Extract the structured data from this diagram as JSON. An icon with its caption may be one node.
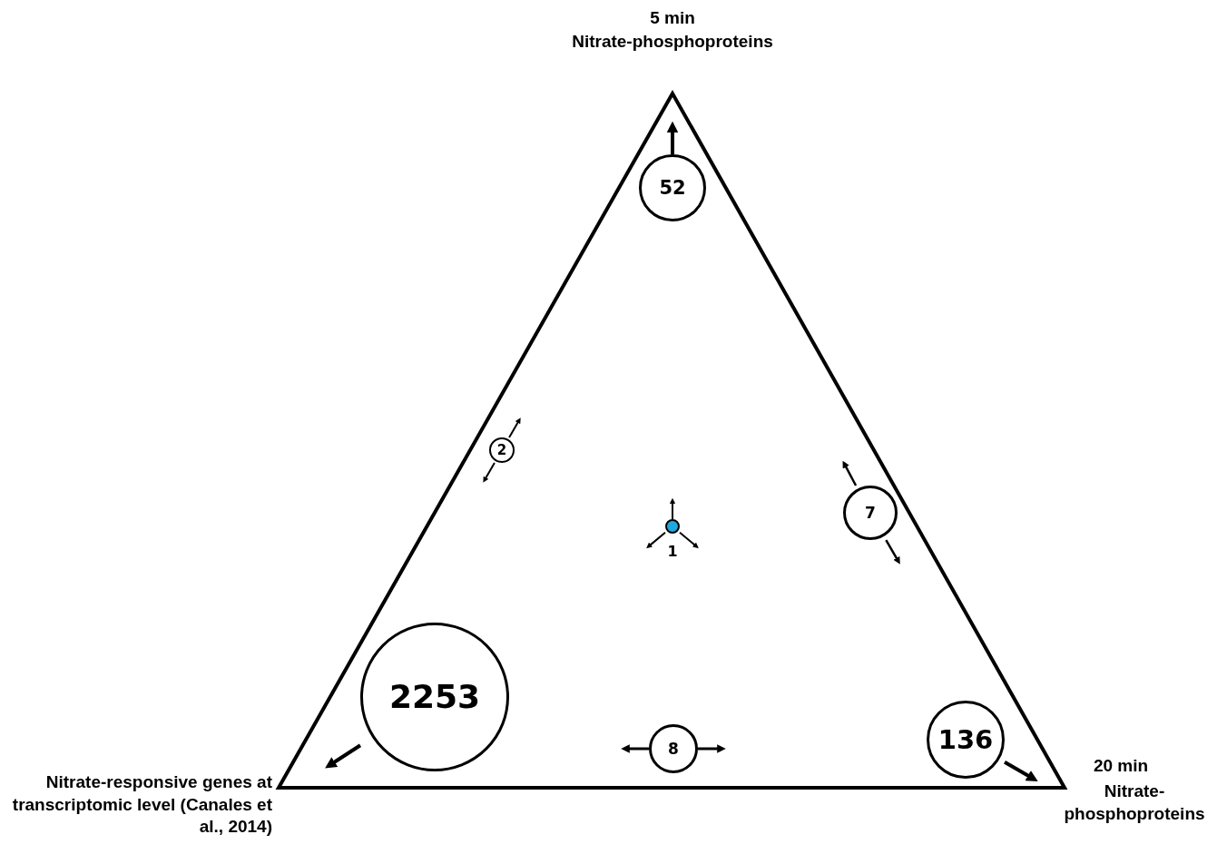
{
  "diagram": {
    "nodes": [
      {
        "text": [],
        "shape": "triangle"
      },
      {
        "text": [
          "52"
        ],
        "in": 0
      },
      {
        "text": [
          "2"
        ],
        "in": 0
      },
      {
        "text": [
          "7"
        ],
        "in": 0
      },
      {
        "text": [],
        "shape": "circle",
        "beside": [
          "1"
        ],
        "in": 0
      },
      {
        "text": [
          "2253"
        ],
        "in": 0
      },
      {
        "text": [
          "8"
        ],
        "in": 0
      },
      {
        "text": [
          "136"
        ],
        "in": 0
      }
    ],
    "edges": [
      {
        "from": 1,
        "to": null,
        "arrow": "to"
      },
      {
        "from": 2,
        "to": null,
        "arrow": "to"
      },
      {
        "from": 2,
        "to": null,
        "arrow": "to"
      },
      {
        "from": 3,
        "to": null,
        "arrow": "to"
      },
      {
        "from": 3,
        "to": null,
        "arrow": "to"
      },
      {
        "from": 4,
        "to": null,
        "arrow": "to"
      },
      {
        "from": 4,
        "to": null,
        "arrow": "to"
      },
      {
        "from": 4,
        "to": null,
        "arrow": "to"
      },
      {
        "from": 5,
        "to": null,
        "arrow": "to"
      },
      {
        "from": 6,
        "to": null,
        "arrow": "to"
      },
      {
        "from": 6,
        "to": null,
        "arrow": "to"
      },
      {
        "from": 7,
        "to": null,
        "arrow": "to"
      }
    ],
    "labels": [
      "5 min",
      "Nitrate-phosphoproteins",
      "Nitrate-responsive genes at transcriptomic level (Canales et al., 2014)",
      "20 min",
      "Nitrate-phosphoproteins"
    ]
  }
}
